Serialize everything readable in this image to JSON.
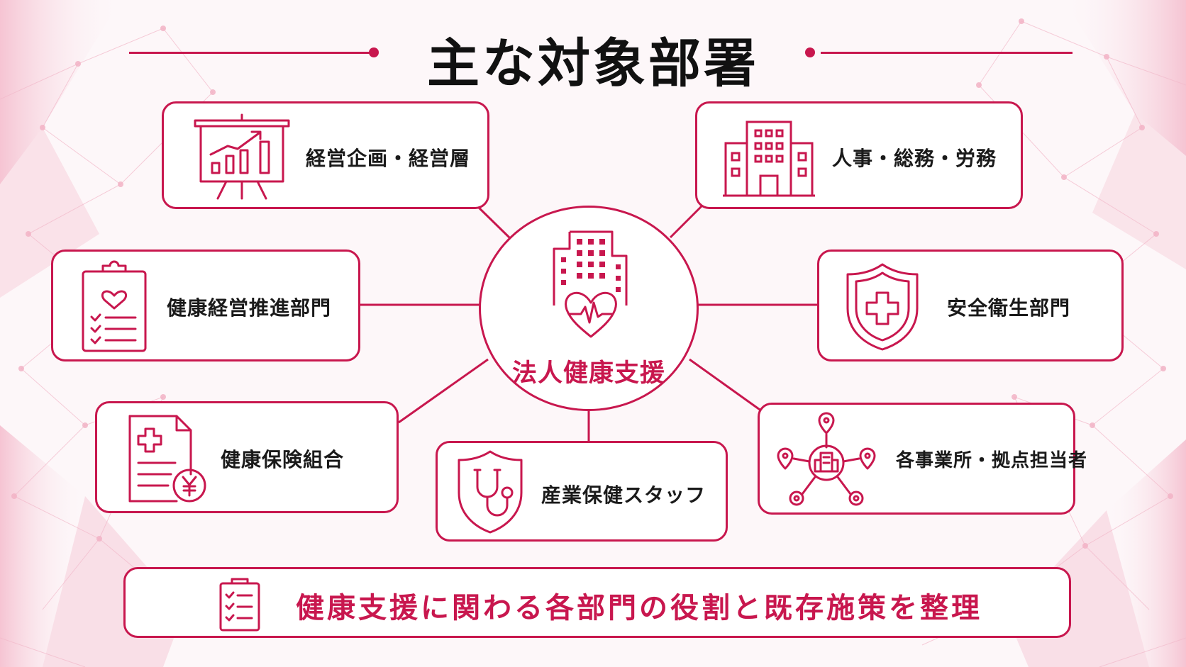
{
  "title": "主な対象部署",
  "hub": {
    "label": "法人健康支援",
    "icon": "building-heart-icon"
  },
  "departments": [
    {
      "label": "経営企画・経営層",
      "icon": "presentation-chart-icon"
    },
    {
      "label": "人事・総務・労務",
      "icon": "office-building-icon"
    },
    {
      "label": "健康経営推進部門",
      "icon": "clipboard-heart-icon"
    },
    {
      "label": "安全衛生部門",
      "icon": "shield-cross-icon"
    },
    {
      "label": "健康保険組合",
      "icon": "document-yen-icon"
    },
    {
      "label": "産業保健スタッフ",
      "icon": "shield-stethoscope-icon"
    },
    {
      "label": "各事業所・拠点担当者",
      "icon": "network-locations-icon"
    }
  ],
  "footer": {
    "label": "健康支援に関わる各部門の役割と既存施策を整理",
    "icon": "checklist-icon"
  },
  "colors": {
    "accent": "#c8174e",
    "text": "#1a1a1a",
    "background": "#fdf7f9"
  }
}
